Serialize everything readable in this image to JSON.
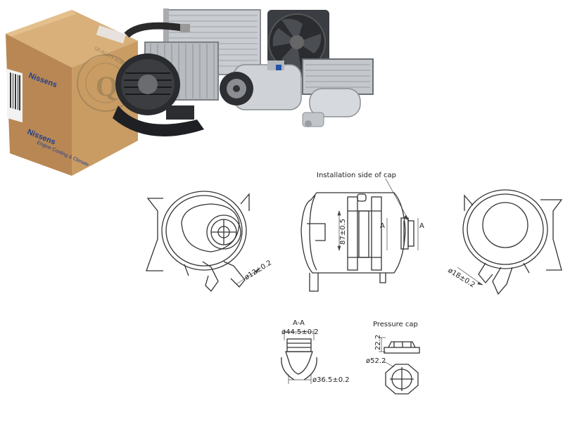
{
  "product_photo": {
    "box_brand": "Nissens",
    "box_slogan": "Engine Cooling & Climate",
    "seal_letter": "Q",
    "seal_text": "QUALITY FOR ENGINE COOLING & CLIMATE"
  },
  "drawing": {
    "installation_note": "Installation side of cap",
    "section_marker": "A",
    "dims": {
      "front_outlet": "ø12±0.2",
      "side_height": "87±0.5",
      "back_outlet": "ø18±0.2",
      "aa_top": "ø44.5±0.2",
      "aa_bottom": "ø36.5±0.2",
      "cap_height": "22.2",
      "cap_diameter": "ø52.2"
    },
    "section_title": "A-A",
    "cap_title": "Pressure cap"
  },
  "colors": {
    "line": "#333333",
    "box_cardboard": "#c79a63",
    "brand_blue": "#1f3f8f"
  }
}
